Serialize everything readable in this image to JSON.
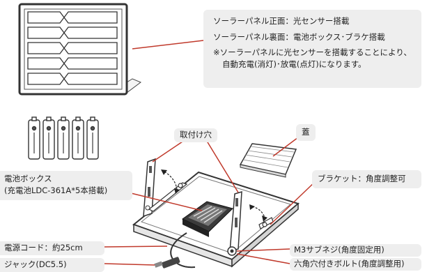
{
  "panel_info": {
    "front": "ソーラーパネル正面：光センサー搭載",
    "back": "ソーラーパネル裏面：電池ボックス･ブラケ搭載",
    "note_line1": "※ソーラーパネルに光センサーを搭載することにより、",
    "note_line2": "自動充電(消灯)･放電(点灯)になります。"
  },
  "labels": {
    "mount_hole": "取付け穴",
    "lid": "蓋",
    "battery_box_line1": "電池ボックス",
    "battery_box_line2": "(充電池LDC-361A*5本搭載)",
    "bracket": "ブラケット：角度調整可",
    "power_cord": "電源コード：約25cm",
    "jack": "ジャック(DC5.5)",
    "screw_m3": "M3サブネジ(角度固定用)",
    "hex_bolt": "六角穴付きボルト(角度調整用)"
  },
  "colors": {
    "label_bg": "#eeeeee",
    "line": "#c0392b",
    "outline": "#333333"
  }
}
